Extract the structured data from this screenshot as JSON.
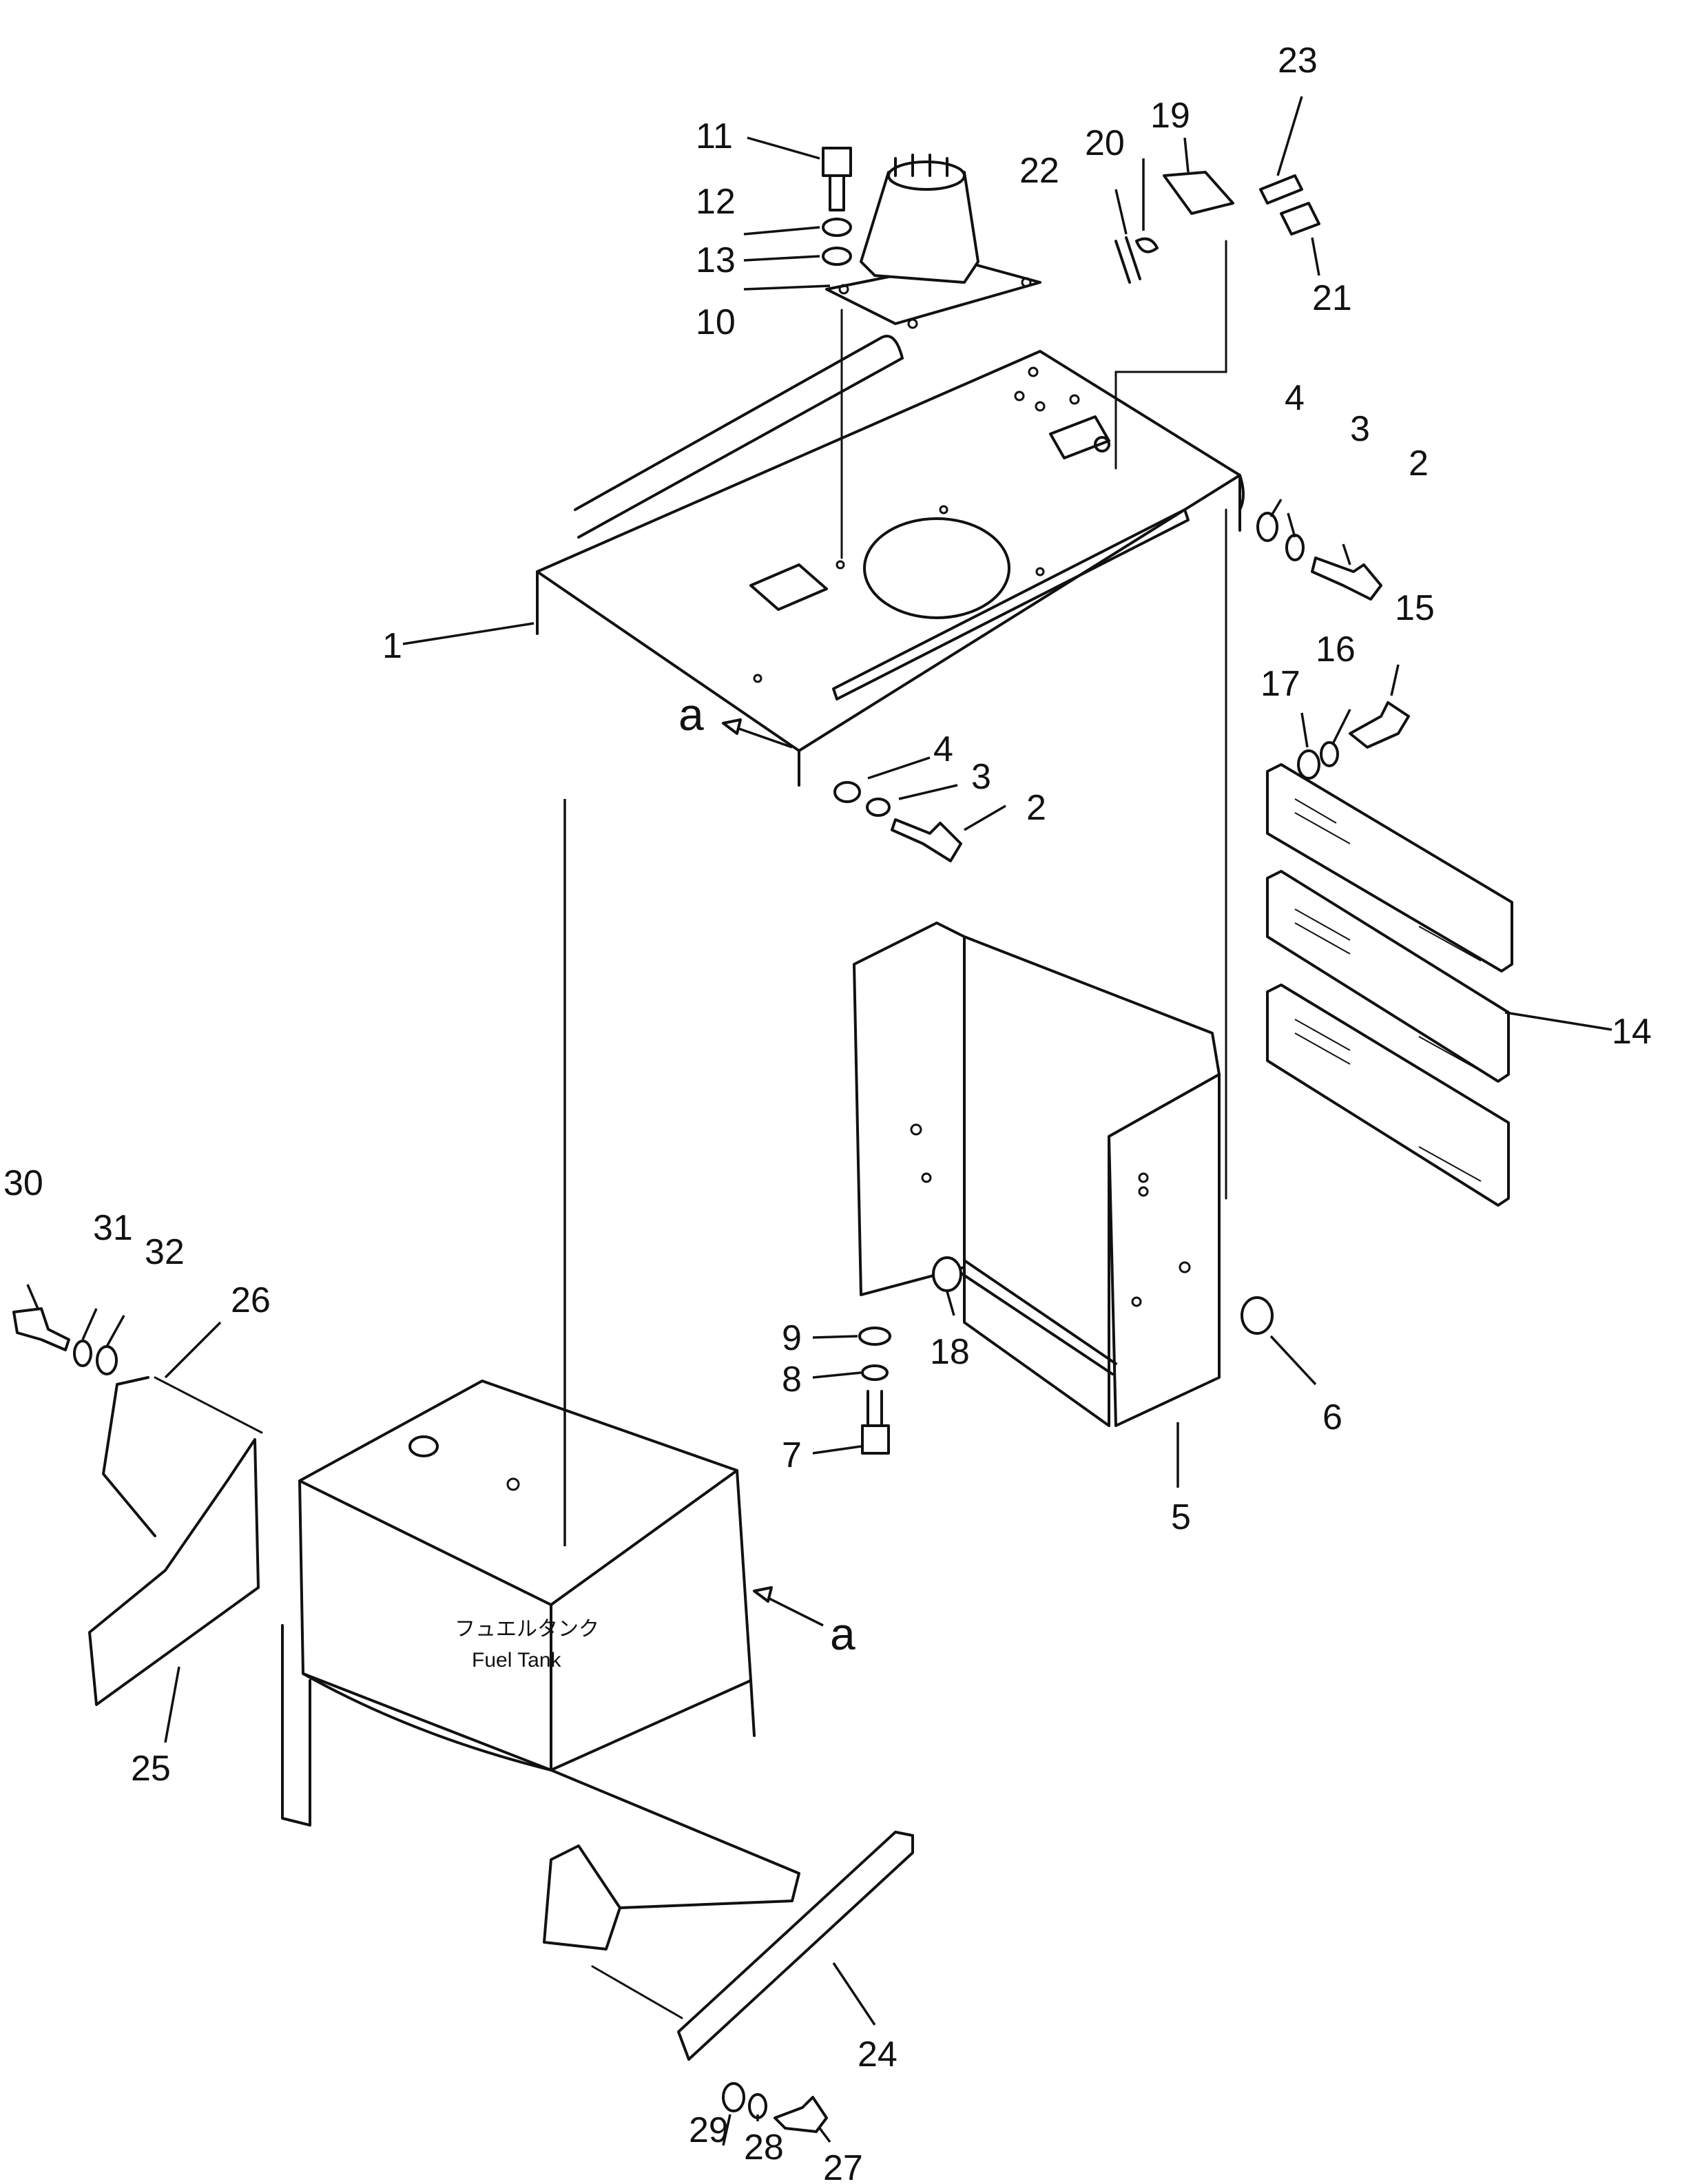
{
  "callouts": [
    "1",
    "2",
    "3",
    "4",
    "2",
    "3",
    "4",
    "5",
    "6",
    "7",
    "8",
    "9",
    "10",
    "11",
    "12",
    "13",
    "14",
    "15",
    "16",
    "17",
    "18",
    "19",
    "20",
    "21",
    "22",
    "23",
    "24",
    "25",
    "26",
    "27",
    "28",
    "29",
    "30",
    "31",
    "32"
  ],
  "view_arrow_label": "a",
  "tank_label_jp": "フュエルタンク",
  "tank_label_en": "Fuel Tank"
}
